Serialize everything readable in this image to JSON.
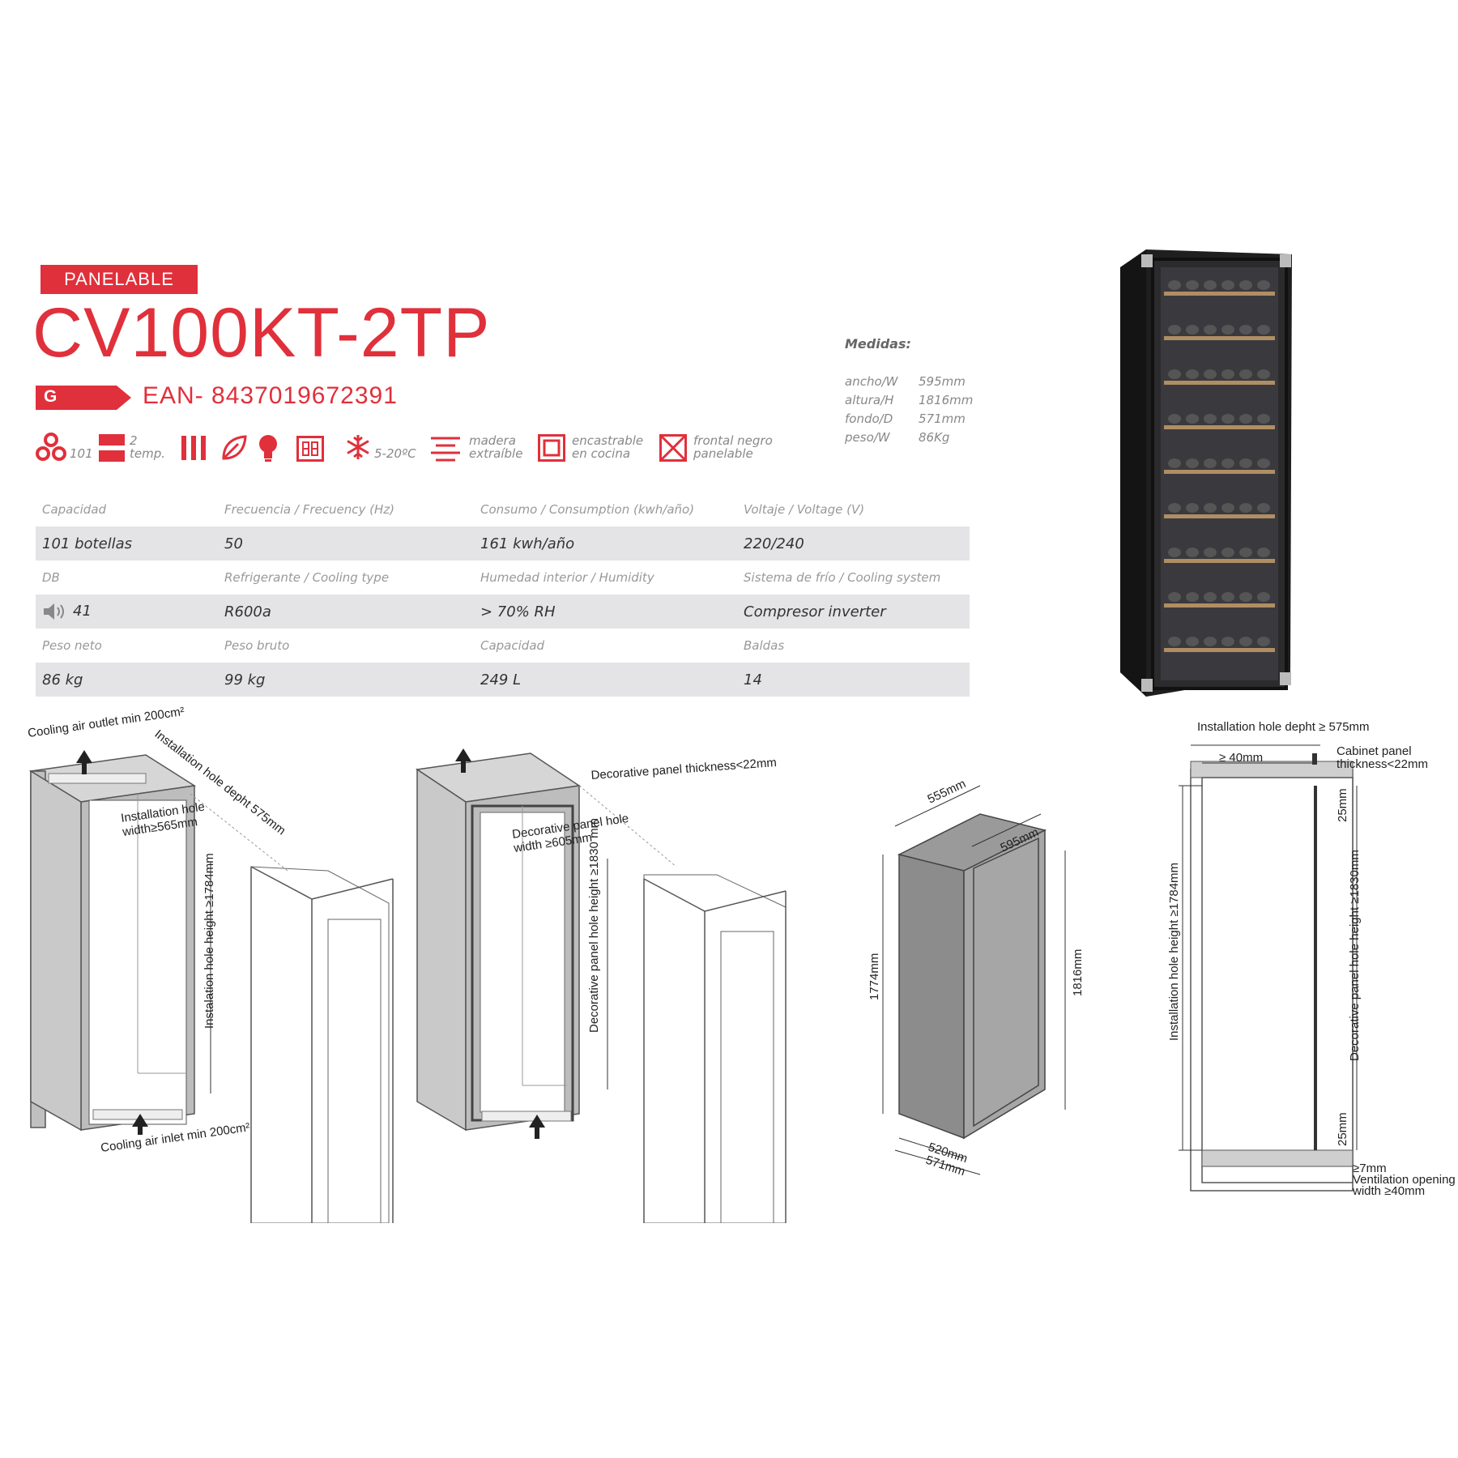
{
  "header": {
    "badge": "PANELABLE",
    "model": "CV100KT-2TP",
    "energy_class": "G",
    "ean": "EAN- 8437019672391"
  },
  "features": {
    "bottles_count": "101",
    "temps": "2",
    "temps_unit": "temp.",
    "temp_range": "5-20ºC",
    "wood_line1": "madera",
    "wood_line2": "extraíble",
    "builtin_line1": "encastrable",
    "builtin_line2": "en cocina",
    "front_line1": "frontal negro",
    "front_line2": "panelable",
    "icons": [
      "bottles-icon",
      "two-zone-icon",
      "bars-icon",
      "leaf-icon",
      "bulb-icon",
      "display-icon",
      "snowflake-icon",
      "shelves-icon",
      "builtin-icon",
      "panel-icon"
    ],
    "accent_color": "#e0303b"
  },
  "measures": {
    "title": "Medidas:",
    "rows": [
      {
        "label": "ancho/W",
        "value": "595mm"
      },
      {
        "label": "altura/H",
        "value": "1816mm"
      },
      {
        "label": "fondo/D",
        "value": "571mm"
      },
      {
        "label": "peso/W",
        "value": "86Kg"
      }
    ]
  },
  "specs": {
    "row1_headers": [
      "Capacidad",
      "Frecuencia / Frecuency (Hz)",
      "Consumo / Consumption (kwh/año)",
      "Voltaje / Voltage (V)"
    ],
    "row1_values": [
      "101 botellas",
      "50",
      "161 kwh/año",
      "220/240"
    ],
    "row2_headers": [
      "DB",
      "Refrigerante / Cooling type",
      "Humedad interior / Humidity",
      "Sistema de frío / Cooling system"
    ],
    "row2_values": [
      "41",
      "R600a",
      "> 70% RH",
      "Compresor inverter"
    ],
    "row3_headers": [
      "Peso neto",
      "Peso bruto",
      "Capacidad",
      "Baldas"
    ],
    "row3_values": [
      "86 kg",
      "99 kg",
      "249 L",
      "14"
    ]
  },
  "diagrams": {
    "d1": {
      "outlet": "Cooling air outlet min 200cm²",
      "depth": "Installation hole depht 575mm",
      "width_line1": "Installation hole",
      "width_line2": "width≥565mm",
      "height": "Instalation hole height ≥1784mm",
      "inlet": "Cooling air inlet min 200cm²"
    },
    "d2": {
      "thickness": "Decorative panel  thickness<22mm",
      "width_line1": "Decorative panel hole",
      "width_line2": "width ≥605mm",
      "height": "Decorative panel hole height ≥1830 mm"
    },
    "d3": {
      "top_depth": "555mm",
      "top_width": "595mm",
      "left_height": "1774mm",
      "right_height": "1816mm",
      "bottom1": "520mm",
      "bottom2": "571mm"
    },
    "d4": {
      "depth": "Installation hole depht ≥ 575mm",
      "gap": "≥ 40mm",
      "cab_line1": "Cabinet panel",
      "cab_line2": "thickness<22mm",
      "top_gap": "25mm",
      "bottom_gap": "25mm",
      "hole_height": "Installation hole height ≥1784mm",
      "panel_height": "Decorative panel hole height ≥1830mm",
      "vent1": "≥7mm",
      "vent2": "Ventilation opening",
      "vent3": "width ≥40mm"
    }
  }
}
